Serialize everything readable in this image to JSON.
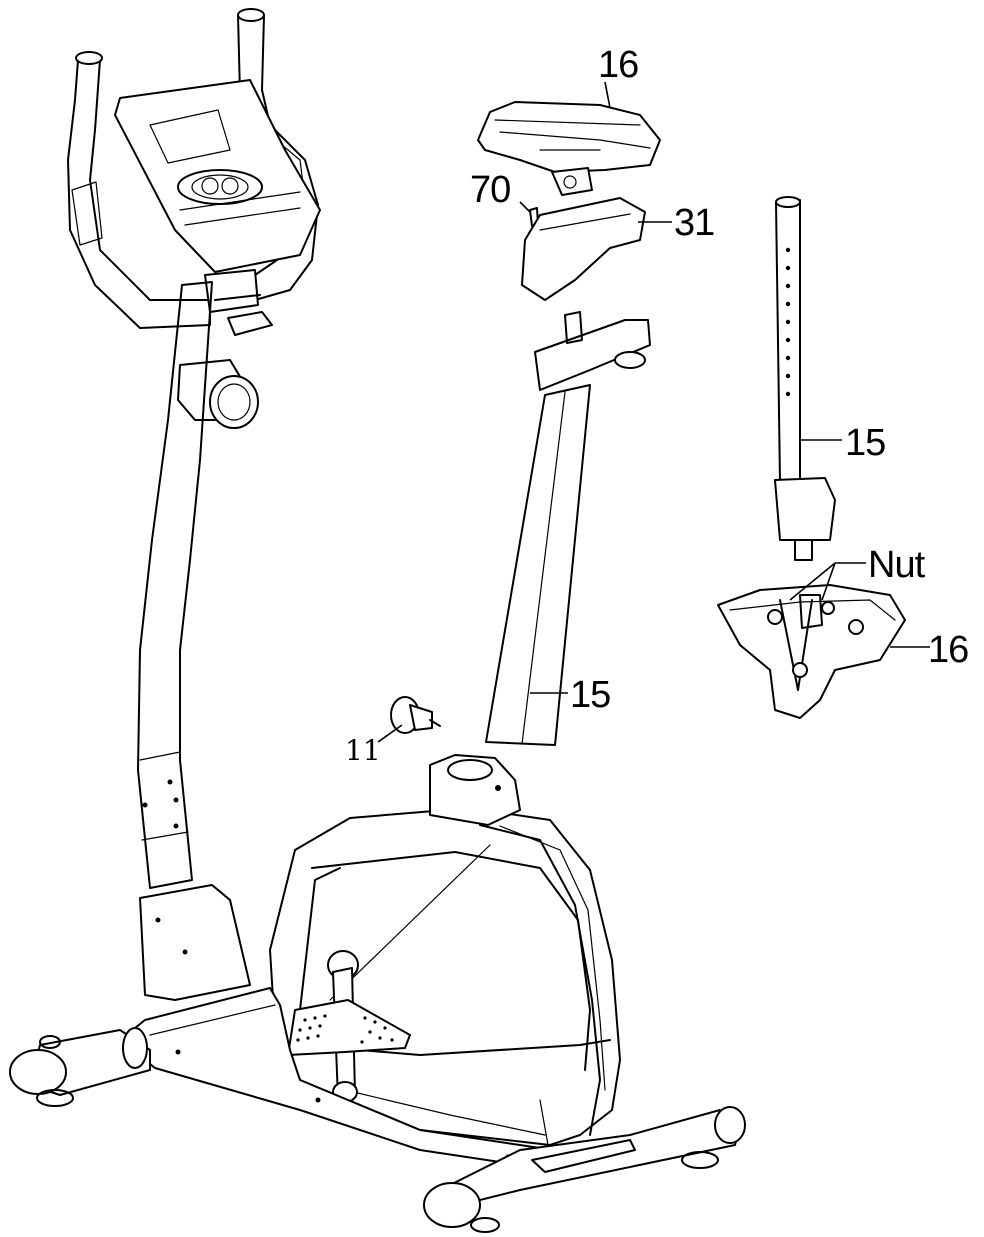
{
  "labels": {
    "seat_top": "16",
    "bolt": "70",
    "bracket": "31",
    "knob": "11",
    "post_main": "15",
    "post_side": "15",
    "nut": "Nut",
    "seat_bottom": "16"
  },
  "colors": {
    "line": "#000000",
    "background": "#ffffff"
  }
}
